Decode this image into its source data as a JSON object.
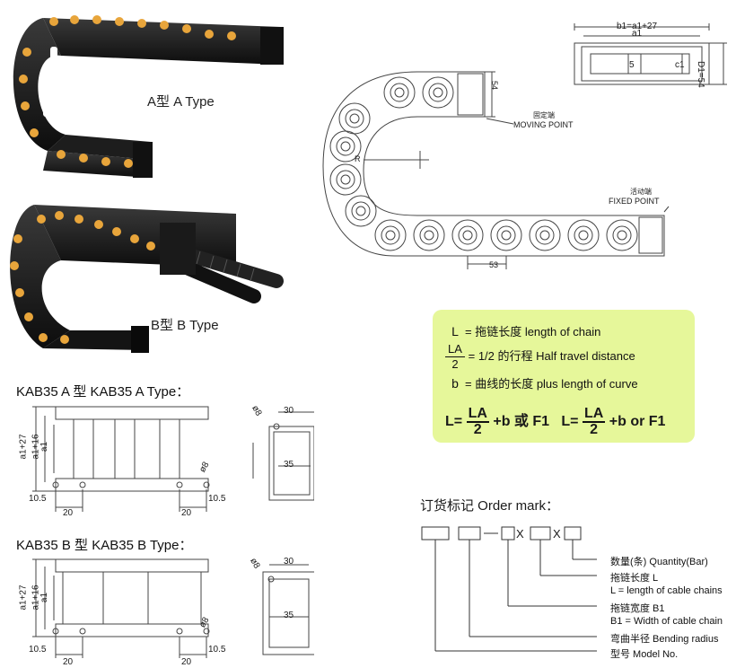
{
  "type_a_label": "A型  A Type",
  "type_b_label": "B型  B Type",
  "schematic": {
    "moving_point_cn": "固定端",
    "moving_point": "MOVING POINT",
    "fixed_point_cn": "活动端",
    "fixed_point": "FIXED POINT",
    "dim_54": "54",
    "dim_r": "R",
    "dim_53": "53"
  },
  "cross_section": {
    "b1": "b1=a1+27",
    "a1": "a1",
    "s5": "5",
    "c1": "c1",
    "d1": "D1=54"
  },
  "formula": {
    "l_sym": "L",
    "l_text": "= 拖链长度  length of chain",
    "la_num": "LA",
    "la_den": "2",
    "la_text": "= 1/2 的行程  Half travel distance",
    "b_sym": "b",
    "b_text": "= 曲线的长度  plus length of curve",
    "total_l": "L=",
    "total_num": "LA",
    "total_den": "2",
    "total_mid": "+b 或 F1",
    "total_l2": "L=",
    "total_num2": "LA",
    "total_den2": "2",
    "total_end": "+b or F1"
  },
  "kab_a": {
    "title": "KAB35 A 型    KAB35 A Type：",
    "a127": "a1+27",
    "a116": "a1+16",
    "a1": "a1",
    "d105l": "10.5",
    "d105r": "10.5",
    "d20l": "20",
    "d20r": "20",
    "phi8": "ø8",
    "side_phi8": "ø8",
    "side_30": "30",
    "side_35": "35"
  },
  "kab_b": {
    "title": "KAB35 B 型    KAB35 B Type：",
    "a127": "a1+27",
    "a116": "a1+16",
    "a1": "a1",
    "d105l": "10.5",
    "d105r": "10.5",
    "d20l": "20",
    "d20r": "20",
    "phi8": "ø8",
    "side_phi8": "ø8",
    "side_30": "30",
    "side_35": "35"
  },
  "order": {
    "title": "订货标记 Order mark：",
    "x1": "X",
    "x2": "X",
    "lines": [
      "数量(条) Quantity(Bar)",
      "拖链长度 L",
      "L = length of cable chains",
      "拖链宽度 B1",
      "B1 = Width of cable chain",
      "弯曲半径 Bending radius",
      "型号 Model No."
    ]
  }
}
